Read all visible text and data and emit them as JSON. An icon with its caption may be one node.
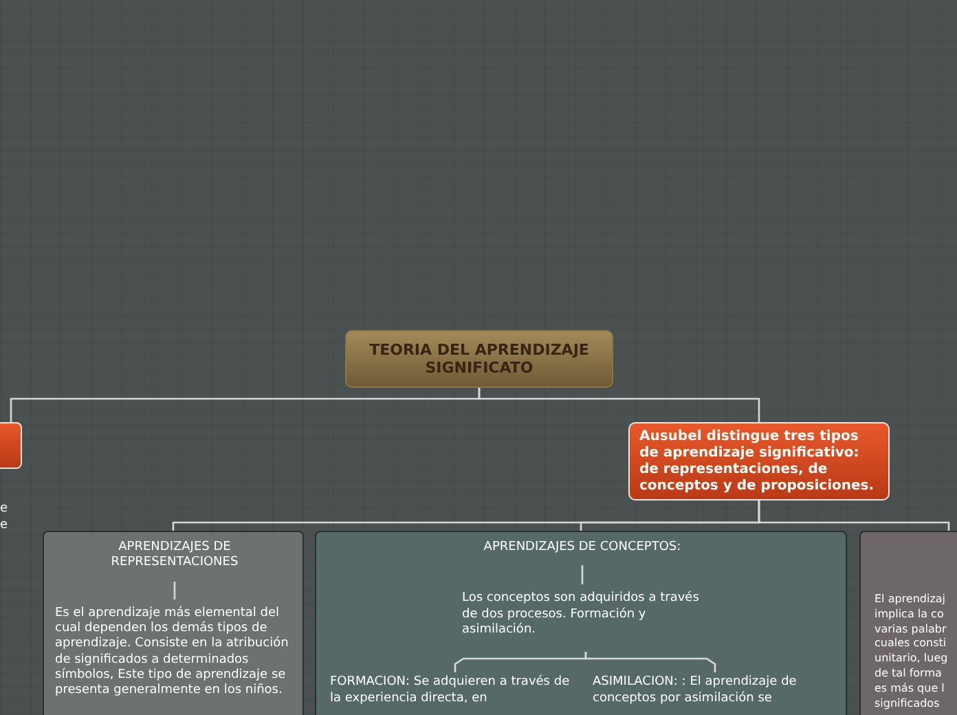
{
  "diagram": {
    "nodes": [
      {
        "text": [
          "TEORIA DEL APRENDIZAJE SIGNIFICATO"
        ]
      },
      {
        "text": [],
        "shape": "box"
      },
      {
        "text": [
          "Ausubel distingue tres tipos de aprendizaje significativo: de representaciones, de conceptos y de proposiciones."
        ]
      },
      {
        "text": [],
        "shape": "box"
      },
      {
        "text": [
          "APRENDIZAJES DE REPRESENTACIONES"
        ],
        "in": 3
      },
      {
        "text": [
          "Es el aprendizaje más elemental del cual dependen los demás tipos de aprendizaje. Consiste en la atribución de significados a determinados símbolos, Este tipo de aprendizaje se presenta generalmente en los niños."
        ],
        "in": 3
      },
      {
        "text": [],
        "shape": "box"
      },
      {
        "text": [
          "APRENDIZAJES DE CONCEPTOS:"
        ],
        "in": 6
      },
      {
        "text": [
          "Los conceptos son adquiridos a través de dos procesos. Formación y asimilación."
        ],
        "in": 6
      },
      {
        "text": [
          "FORMACION: Se adquieren a través de la experiencia directa, en"
        ],
        "in": 6
      },
      {
        "text": [
          "ASIMILACION: : El aprendizaje de conceptos por asimilación se"
        ],
        "in": 6
      },
      {
        "text": [],
        "shape": "box"
      },
      {
        "text": [
          "El aprendizaj implica la co varias palabr cuales consti unitario, lueg de tal forma es más que l significados"
        ],
        "in": 11
      }
    ],
    "edges": [
      {
        "from": 0,
        "to": 1,
        "arrow": "none"
      },
      {
        "from": 0,
        "to": 2,
        "arrow": "none"
      },
      {
        "from": 2,
        "to": 3,
        "arrow": "none"
      },
      {
        "from": 2,
        "to": 6,
        "arrow": "none"
      },
      {
        "from": 2,
        "to": 11,
        "arrow": "none"
      },
      {
        "from": 4,
        "to": 5,
        "arrow": "none"
      },
      {
        "from": 7,
        "to": 8,
        "arrow": "none"
      },
      {
        "from": 8,
        "to": 9,
        "arrow": "none"
      },
      {
        "from": 8,
        "to": 10,
        "arrow": "none"
      }
    ],
    "labels": [
      "e",
      "e"
    ]
  }
}
